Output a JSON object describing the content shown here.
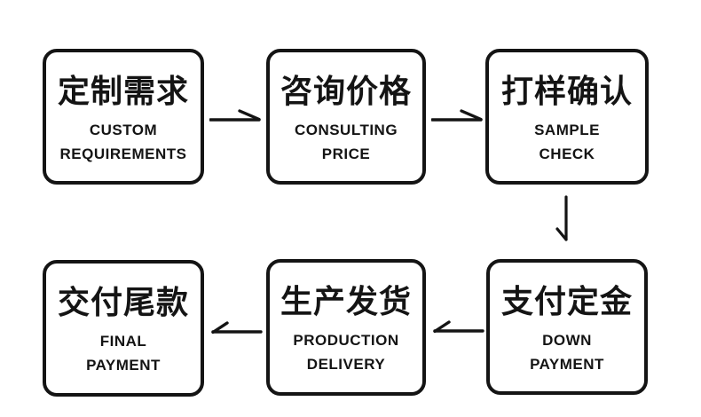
{
  "page": {
    "background_color": "#ffffff",
    "ink_color": "#141414"
  },
  "flow": {
    "nodes": [
      {
        "id": "custom-requirements",
        "zh": "定制需求",
        "en_line1": "CUSTOM",
        "en_line2": "REQUIREMENTS"
      },
      {
        "id": "consulting-price",
        "zh": "咨询价格",
        "en_line1": "CONSULTING",
        "en_line2": "PRICE"
      },
      {
        "id": "sample-check",
        "zh": "打样确认",
        "en_line1": "SAMPLE",
        "en_line2": "CHECK"
      },
      {
        "id": "down-payment",
        "zh": "支付定金",
        "en_line1": "DOWN",
        "en_line2": "PAYMENT"
      },
      {
        "id": "production-delivery",
        "zh": "生产发货",
        "en_line1": "PRODUCTION",
        "en_line2": "DELIVERY"
      },
      {
        "id": "final-payment",
        "zh": "交付尾款",
        "en_line1": "FINAL",
        "en_line2": "PAYMENT"
      }
    ],
    "connectors": [
      {
        "from": "custom-requirements",
        "to": "consulting-price",
        "direction": "right"
      },
      {
        "from": "consulting-price",
        "to": "sample-check",
        "direction": "right"
      },
      {
        "from": "sample-check",
        "to": "down-payment",
        "direction": "down"
      },
      {
        "from": "down-payment",
        "to": "production-delivery",
        "direction": "left"
      },
      {
        "from": "production-delivery",
        "to": "final-payment",
        "direction": "left"
      }
    ]
  }
}
